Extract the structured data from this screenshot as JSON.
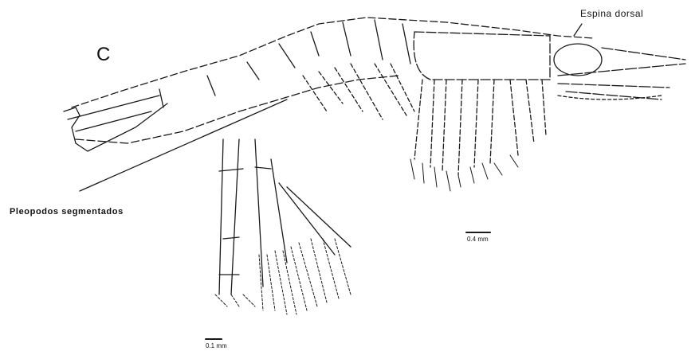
{
  "figure": {
    "panel_letter": "C",
    "labels": {
      "dorsal_spine": "Espina dorsal",
      "pleopods": "Pleopodos segmentados"
    },
    "scale_bars": [
      {
        "label": "0.4 mm"
      },
      {
        "label": "0.1 mm"
      }
    ]
  }
}
